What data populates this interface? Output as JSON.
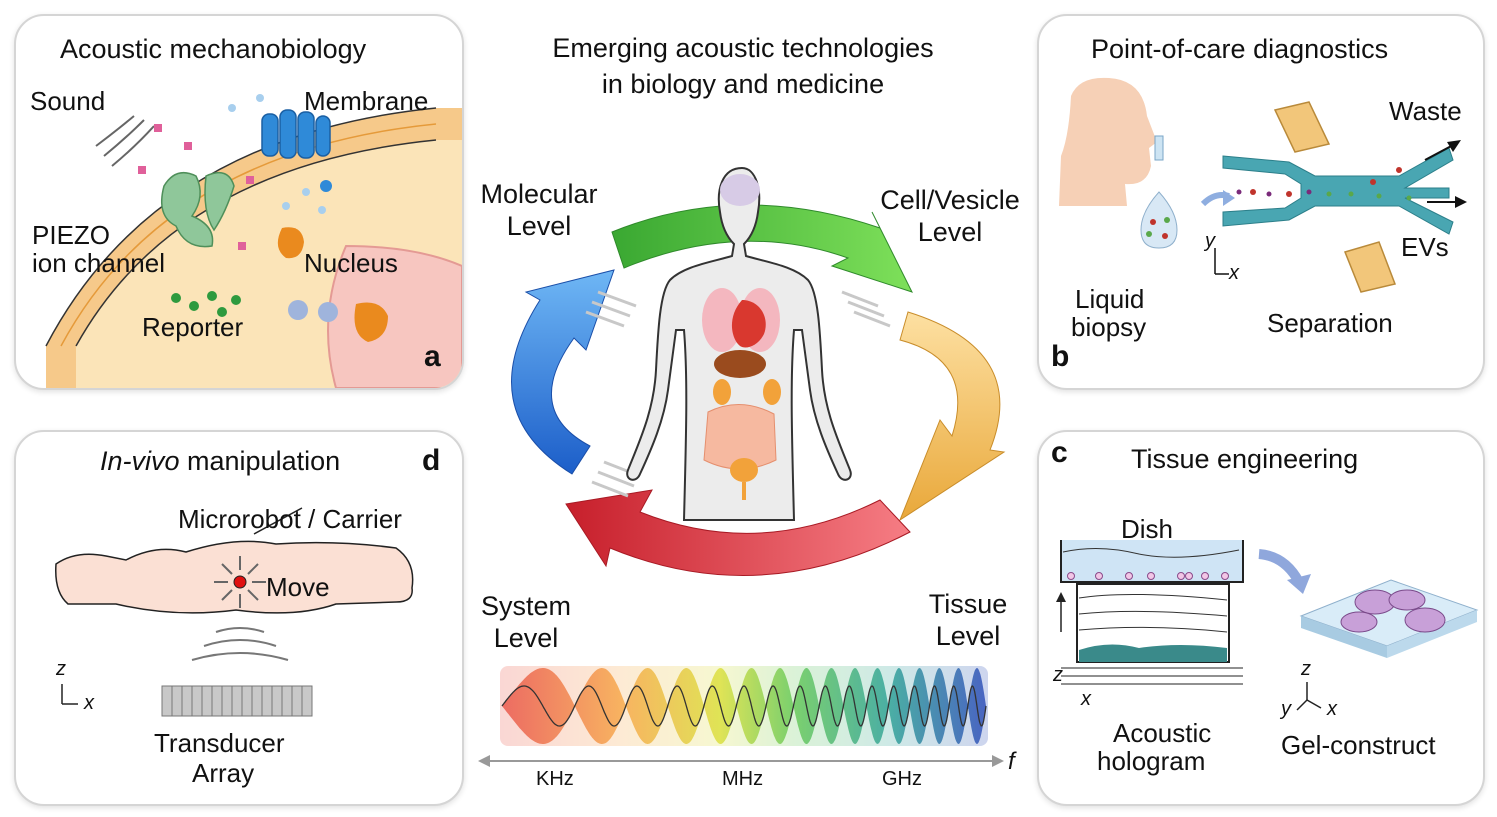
{
  "center": {
    "title_line1": "Emerging acoustic technologies",
    "title_line2": "in biology and medicine",
    "levels": {
      "molecular": [
        "Molecular",
        "Level"
      ],
      "cell": [
        "Cell/Vesicle",
        "Level"
      ],
      "tissue": [
        "Tissue",
        "Level"
      ],
      "system": [
        "System",
        "Level"
      ]
    },
    "spectrum": {
      "labels": [
        "KHz",
        "MHz",
        "GHz"
      ],
      "axis": "f"
    }
  },
  "panel_a": {
    "title": "Acoustic mechanobiology",
    "letter": "a",
    "labels": {
      "sound": "Sound",
      "membrane": "Membrane",
      "piezo1": "PIEZO",
      "piezo2": "ion channel",
      "nucleus": "Nucleus",
      "reporter": "Reporter"
    }
  },
  "panel_b": {
    "title": "Point-of-care diagnostics",
    "letter": "b",
    "labels": {
      "waste": "Waste",
      "evs": "EVs",
      "liquid1": "Liquid",
      "liquid2": "biopsy",
      "separation": "Separation",
      "y": "y",
      "x": "x"
    }
  },
  "panel_c": {
    "title": "Tissue engineering",
    "letter": "c",
    "labels": {
      "dish": "Dish",
      "holo1": "Acoustic",
      "holo2": "hologram",
      "gel": "Gel-construct",
      "z": "z",
      "x": "x",
      "z2": "z",
      "y2": "y",
      "x2": "x"
    }
  },
  "panel_d": {
    "title_italic": "In-vivo",
    "title_rest": " manipulation",
    "letter": "d",
    "labels": {
      "microrobot": "Microrobot / Carrier",
      "move": "Move",
      "transducer1": "Transducer",
      "transducer2": "Array",
      "z": "z",
      "x": "x"
    }
  },
  "colors": {
    "molecular": "#3aa832",
    "cell": "#f1b84a",
    "tissue": "#e0353b",
    "system": "#2f7de0",
    "panel_border": "#d5d5d5"
  }
}
